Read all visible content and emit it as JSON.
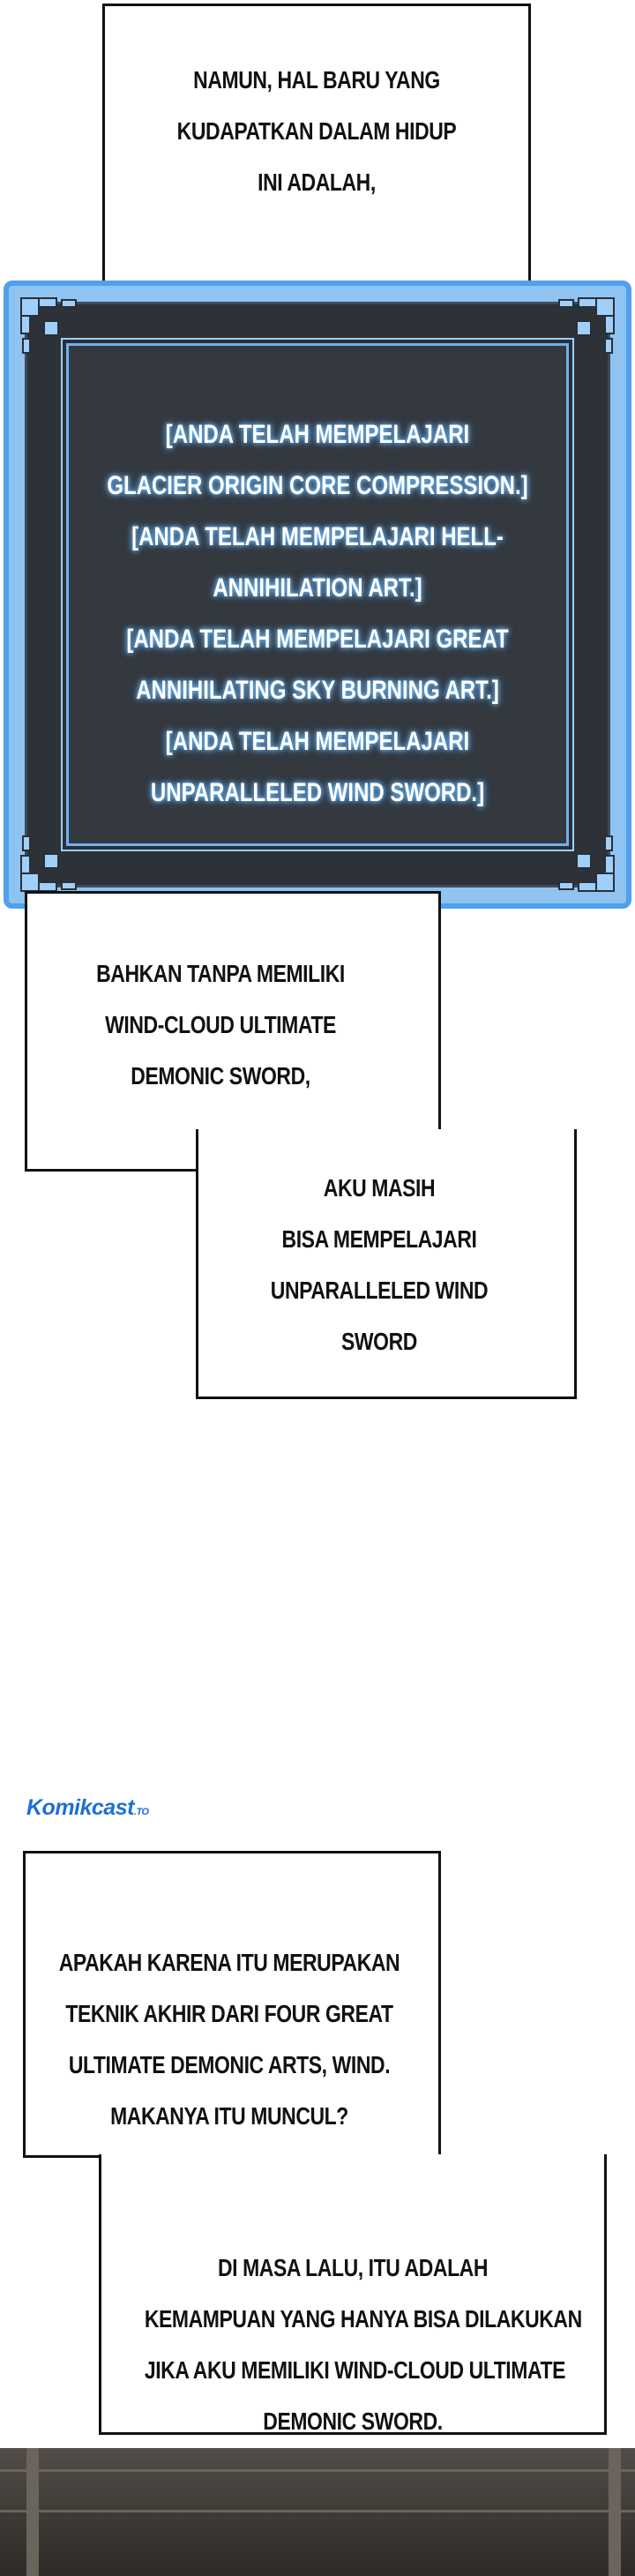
{
  "caption1": {
    "lines": [
      "NAMUN, HAL BARU YANG",
      "KUDAPATKAN DALAM HIDUP",
      "INI ADALAH,"
    ]
  },
  "system_window": {
    "lines": [
      "[ANDA TELAH MEMPELAJARI",
      "GLACIER ORIGIN CORE COMPRESSION.]",
      "[ANDA TELAH MEMPELAJARI HELL-",
      "ANNIHILATION ART.]",
      "[ANDA TELAH MEMPELAJARI GREAT",
      "ANNIHILATING SKY BURNING ART.]",
      "[ANDA TELAH MEMPELAJARI",
      "UNPARALLELED WIND SWORD.]"
    ],
    "colors": {
      "frame": "#4ea1ea",
      "panel": "#34383f",
      "glow": "#7cc4ff"
    }
  },
  "caption2": {
    "lines": [
      "BAHKAN TANPA MEMILIKI",
      "WIND-CLOUD ULTIMATE",
      "DEMONIC SWORD,"
    ]
  },
  "caption3": {
    "lines": [
      "AKU MASIH",
      "BISA MEMPELAJARI",
      "UNPARALLELED WIND",
      "SWORD"
    ]
  },
  "watermark": {
    "brand": "Komikcast",
    "suffix": ".TO"
  },
  "caption4": {
    "lines": [
      "APAKAH KARENA ITU MERUPAKAN",
      "TEKNIK AKHIR DARI FOUR GREAT",
      "ULTIMATE DEMONIC ARTS, WIND.",
      "MAKANYA ITU MUNCUL?"
    ]
  },
  "caption5": {
    "lines": [
      "DI MASA LALU, ITU ADALAH",
      "KEMAMPUAN YANG HANYA BISA DILAKUKAN",
      "JIKA AKU MEMILIKI WIND-CLOUD ULTIMATE",
      "DEMONIC SWORD."
    ]
  }
}
